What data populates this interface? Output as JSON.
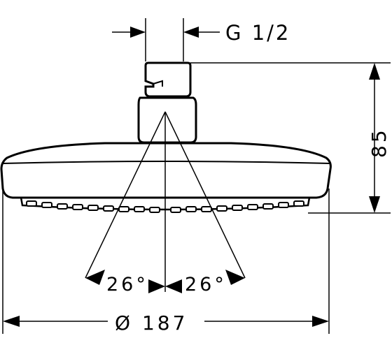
{
  "dimensions": {
    "connection": "G 1/2",
    "height": "85",
    "diameter": "Ø 187",
    "angle_left": "26°",
    "angle_right": "26°"
  },
  "colors": {
    "line": "#000000",
    "background": "#ffffff"
  }
}
